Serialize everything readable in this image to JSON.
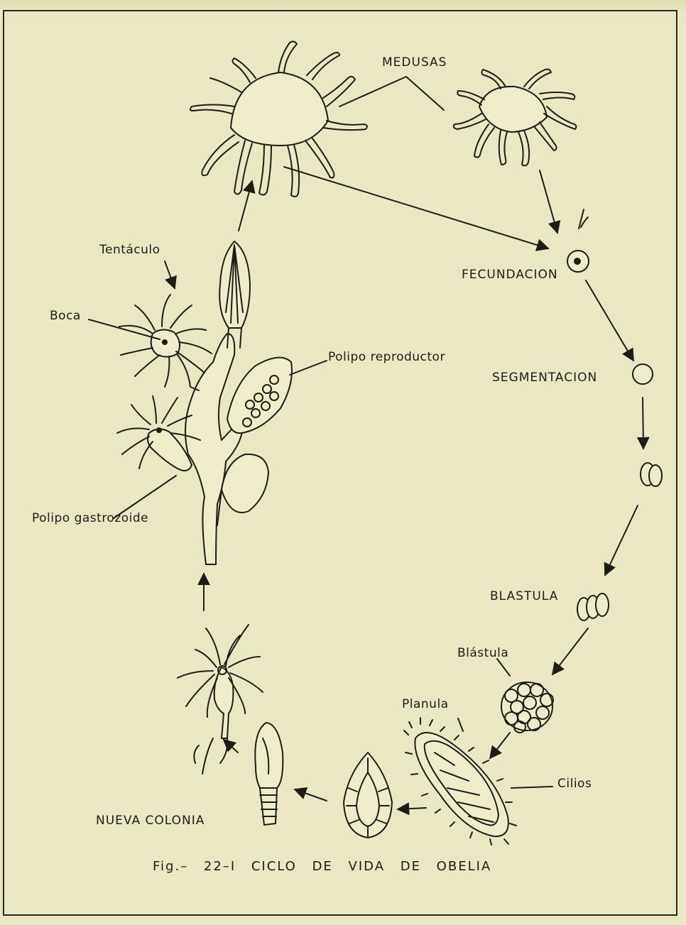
{
  "labels": {
    "medusas": "MEDUSAS",
    "tentaculo": "Tentáculo",
    "boca": "Boca",
    "polipo_reproductor": "Polipo reproductor",
    "polipo_gastrozoide": "Polipo gastrozoide",
    "fecundacion": "FECUNDACION",
    "segmentacion": "SEGMENTACION",
    "blastula_caps": "BLASTULA",
    "blastula": "Blástula",
    "planula": "Planula",
    "cilios": "Cilios",
    "nueva_colonia": "NUEVA COLONIA"
  },
  "caption": "Fig.– 22–I CICLO DE VIDA DE OBELIA",
  "colors": {
    "paper": "#e9e7c4",
    "ink": "#1d1d18"
  }
}
